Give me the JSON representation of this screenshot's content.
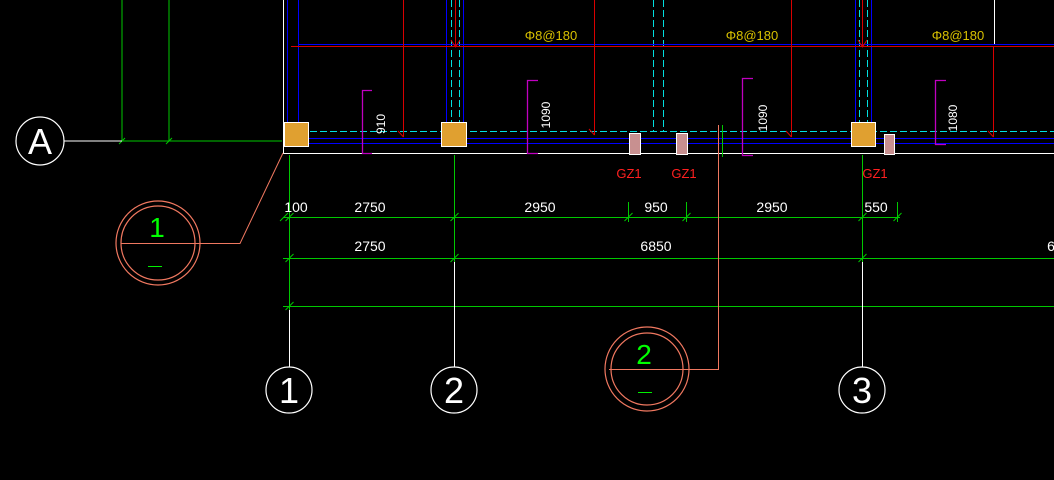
{
  "drawing": {
    "grid_rows": [
      "A"
    ],
    "grid_columns": [
      "1",
      "2",
      "3"
    ],
    "rebar_labels": [
      "Φ8@180",
      "Φ8@180",
      "Φ8@180"
    ],
    "wall_heights": [
      "910",
      "1090",
      "1090",
      "1080"
    ],
    "column_tags": [
      "GZ1",
      "GZ1",
      "GZ1"
    ],
    "dimensions": {
      "segments": [
        "100",
        "2750",
        "2950",
        "950",
        "2950",
        "550"
      ],
      "bays": [
        "2750",
        "6850",
        "6"
      ]
    },
    "section_marks": [
      {
        "number": "1",
        "sheet": "—"
      },
      {
        "number": "2",
        "sheet": "—"
      }
    ]
  },
  "colors": {
    "background": "#000000",
    "axis": "#ffffff",
    "dimension": "#00c800",
    "beam": "#0000ff",
    "hidden": "#00e0e0",
    "rebar": "#d80000",
    "rebar_text": "#d8c000",
    "tag": "#ff2020",
    "wall_text": "#ffffff",
    "bracket": "#c000c0",
    "section": "#f07860",
    "section_text": "#00ff00",
    "column": "#e0a030"
  }
}
